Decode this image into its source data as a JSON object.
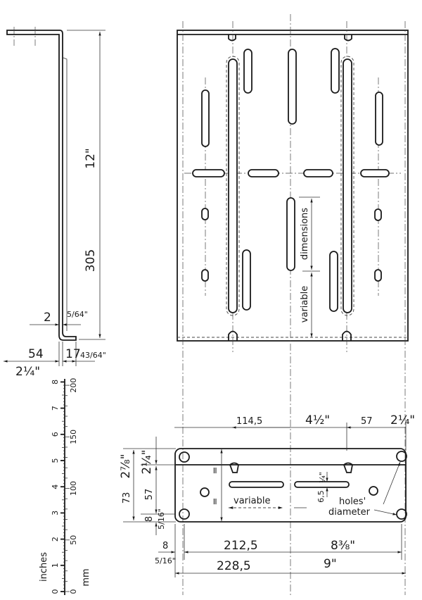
{
  "side_view": {
    "height_in": "12\"",
    "height_mm": "305",
    "thickness_mm": "2",
    "thickness_in": "5/64\"",
    "flange_mm": "54",
    "foot_mm": "17",
    "foot_in": "43/64\"",
    "flange_in": "2¼\""
  },
  "front_view": {
    "dimensions_label": "dimensions",
    "variable_label": "variable"
  },
  "top_view": {
    "dim_114": "114,5",
    "dim_4half_in": "4½\"",
    "dim_57_top": "57",
    "dim_2quarter_top": "2¼\"",
    "dim_2_7_8": "2⅞\"",
    "dim_2quarter_left": "2¼\"",
    "dim_57_left": "57",
    "dim_73": "73",
    "dim_8_left": "8",
    "dim_5_16_left": "5/16\"",
    "equal_mark_1": "=",
    "equal_mark_2": "=",
    "slot_quarter_in": "¼\"",
    "slot_width_mm": "6,5",
    "variable_label": "variable",
    "holes_label": "holes'",
    "diameter_label": "diameter",
    "dim_8_bottom": "8",
    "dim_212": "212,5",
    "dim_8_3_8_in": "8⅜\"",
    "dim_5_16_bottom": "5/16\"",
    "dim_228": "228,5",
    "dim_9_in": "9\""
  },
  "scale": {
    "inches_label": "inches",
    "mm_label": "mm",
    "inch_ticks": [
      "0",
      "1",
      "2",
      "3",
      "4",
      "5",
      "6",
      "7",
      "8"
    ],
    "mm_ticks": [
      "0",
      "50",
      "100",
      "150",
      "200"
    ]
  }
}
